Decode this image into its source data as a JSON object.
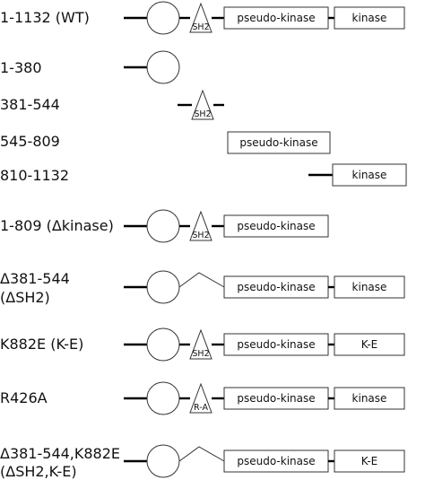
{
  "constructs": [
    {
      "label": "1-1132 (WT)",
      "domains": {
        "sh2": "SH2",
        "pseudo": "pseudo-kinase",
        "kinase": "kinase"
      }
    },
    {
      "label": "1-380"
    },
    {
      "label": "381-544",
      "domains": {
        "sh2": "SH2"
      }
    },
    {
      "label": "545-809",
      "domains": {
        "pseudo": "pseudo-kinase"
      }
    },
    {
      "label": "810-1132",
      "domains": {
        "kinase": "kinase"
      }
    },
    {
      "label": "1-809 (Δkinase)",
      "domains": {
        "sh2": "SH2",
        "pseudo": "pseudo-kinase"
      }
    },
    {
      "label": [
        "Δ381-544",
        "(ΔSH2)"
      ],
      "domains": {
        "pseudo": "pseudo-kinase",
        "kinase": "kinase"
      }
    },
    {
      "label": "K882E (K-E)",
      "domains": {
        "sh2": "SH2",
        "pseudo": "pseudo-kinase",
        "kinase": "K-E"
      }
    },
    {
      "label": "R426A",
      "domains": {
        "sh2": "R-A",
        "pseudo": "pseudo-kinase",
        "kinase": "kinase"
      }
    },
    {
      "label": [
        "Δ381-544,K882E",
        "(ΔSH2,K-E)"
      ],
      "domains": {
        "pseudo": "pseudo-kinase",
        "kinase": "K-E"
      }
    }
  ]
}
